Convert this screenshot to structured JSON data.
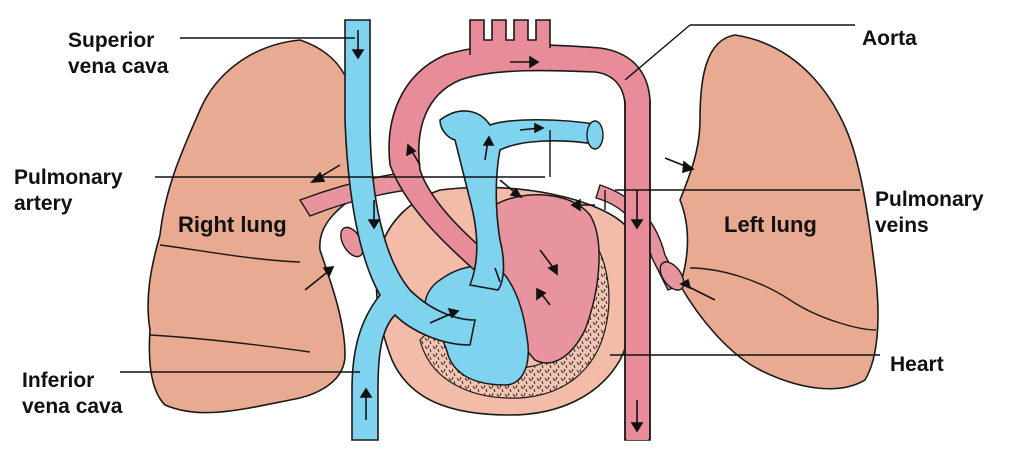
{
  "labels": {
    "superior_vena_cava": [
      "Superior",
      "vena cava"
    ],
    "pulmonary_artery": [
      "Pulmonary",
      "artery"
    ],
    "inferior_vena_cava": [
      "Inferior",
      "vena cava"
    ],
    "aorta": "Aorta",
    "pulmonary_veins": [
      "Pulmonary",
      "veins"
    ],
    "heart": "Heart",
    "right_lung": "Right lung",
    "left_lung": "Left lung"
  },
  "colors": {
    "lung": "#e9aa92",
    "lung_dark": "#e09e86",
    "vein_blue": "#7fd3ee",
    "artery_pink": "#e78c98",
    "heart_pink": "#e8949e",
    "outline": "#1a1a1a"
  }
}
